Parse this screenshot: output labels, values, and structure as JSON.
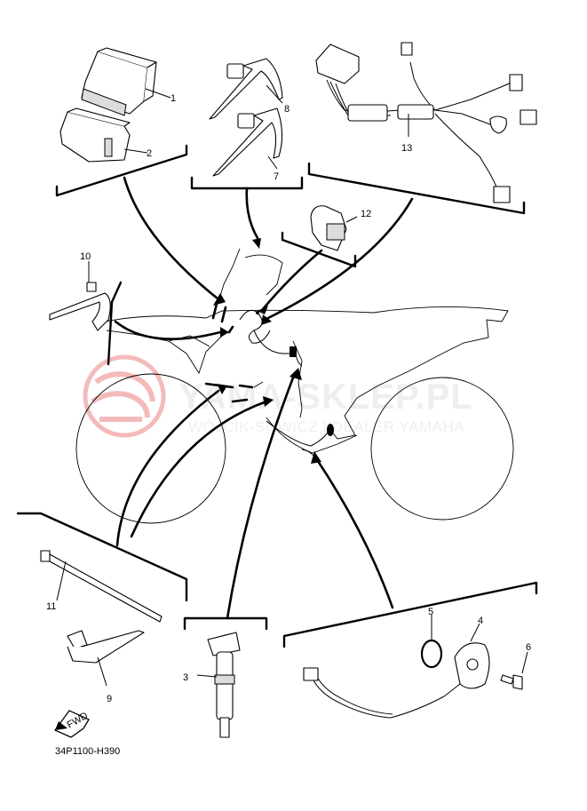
{
  "watermark": {
    "brand": "YAMA-SKLEP.PL",
    "subtitle": "WÓJCIK-SOWICZ | DEALER YAMAHA",
    "logo_color": "#e23b3b"
  },
  "diagram_code": "34P1100-H390",
  "fwd_label": "FWD",
  "callouts": {
    "p1": "1",
    "p2": "2",
    "p3": "3",
    "p4": "4",
    "p5": "5",
    "p6": "6",
    "p7": "7",
    "p8": "8",
    "p9": "9",
    "p10": "10",
    "p11": "11",
    "p12": "12",
    "p13": "13"
  }
}
